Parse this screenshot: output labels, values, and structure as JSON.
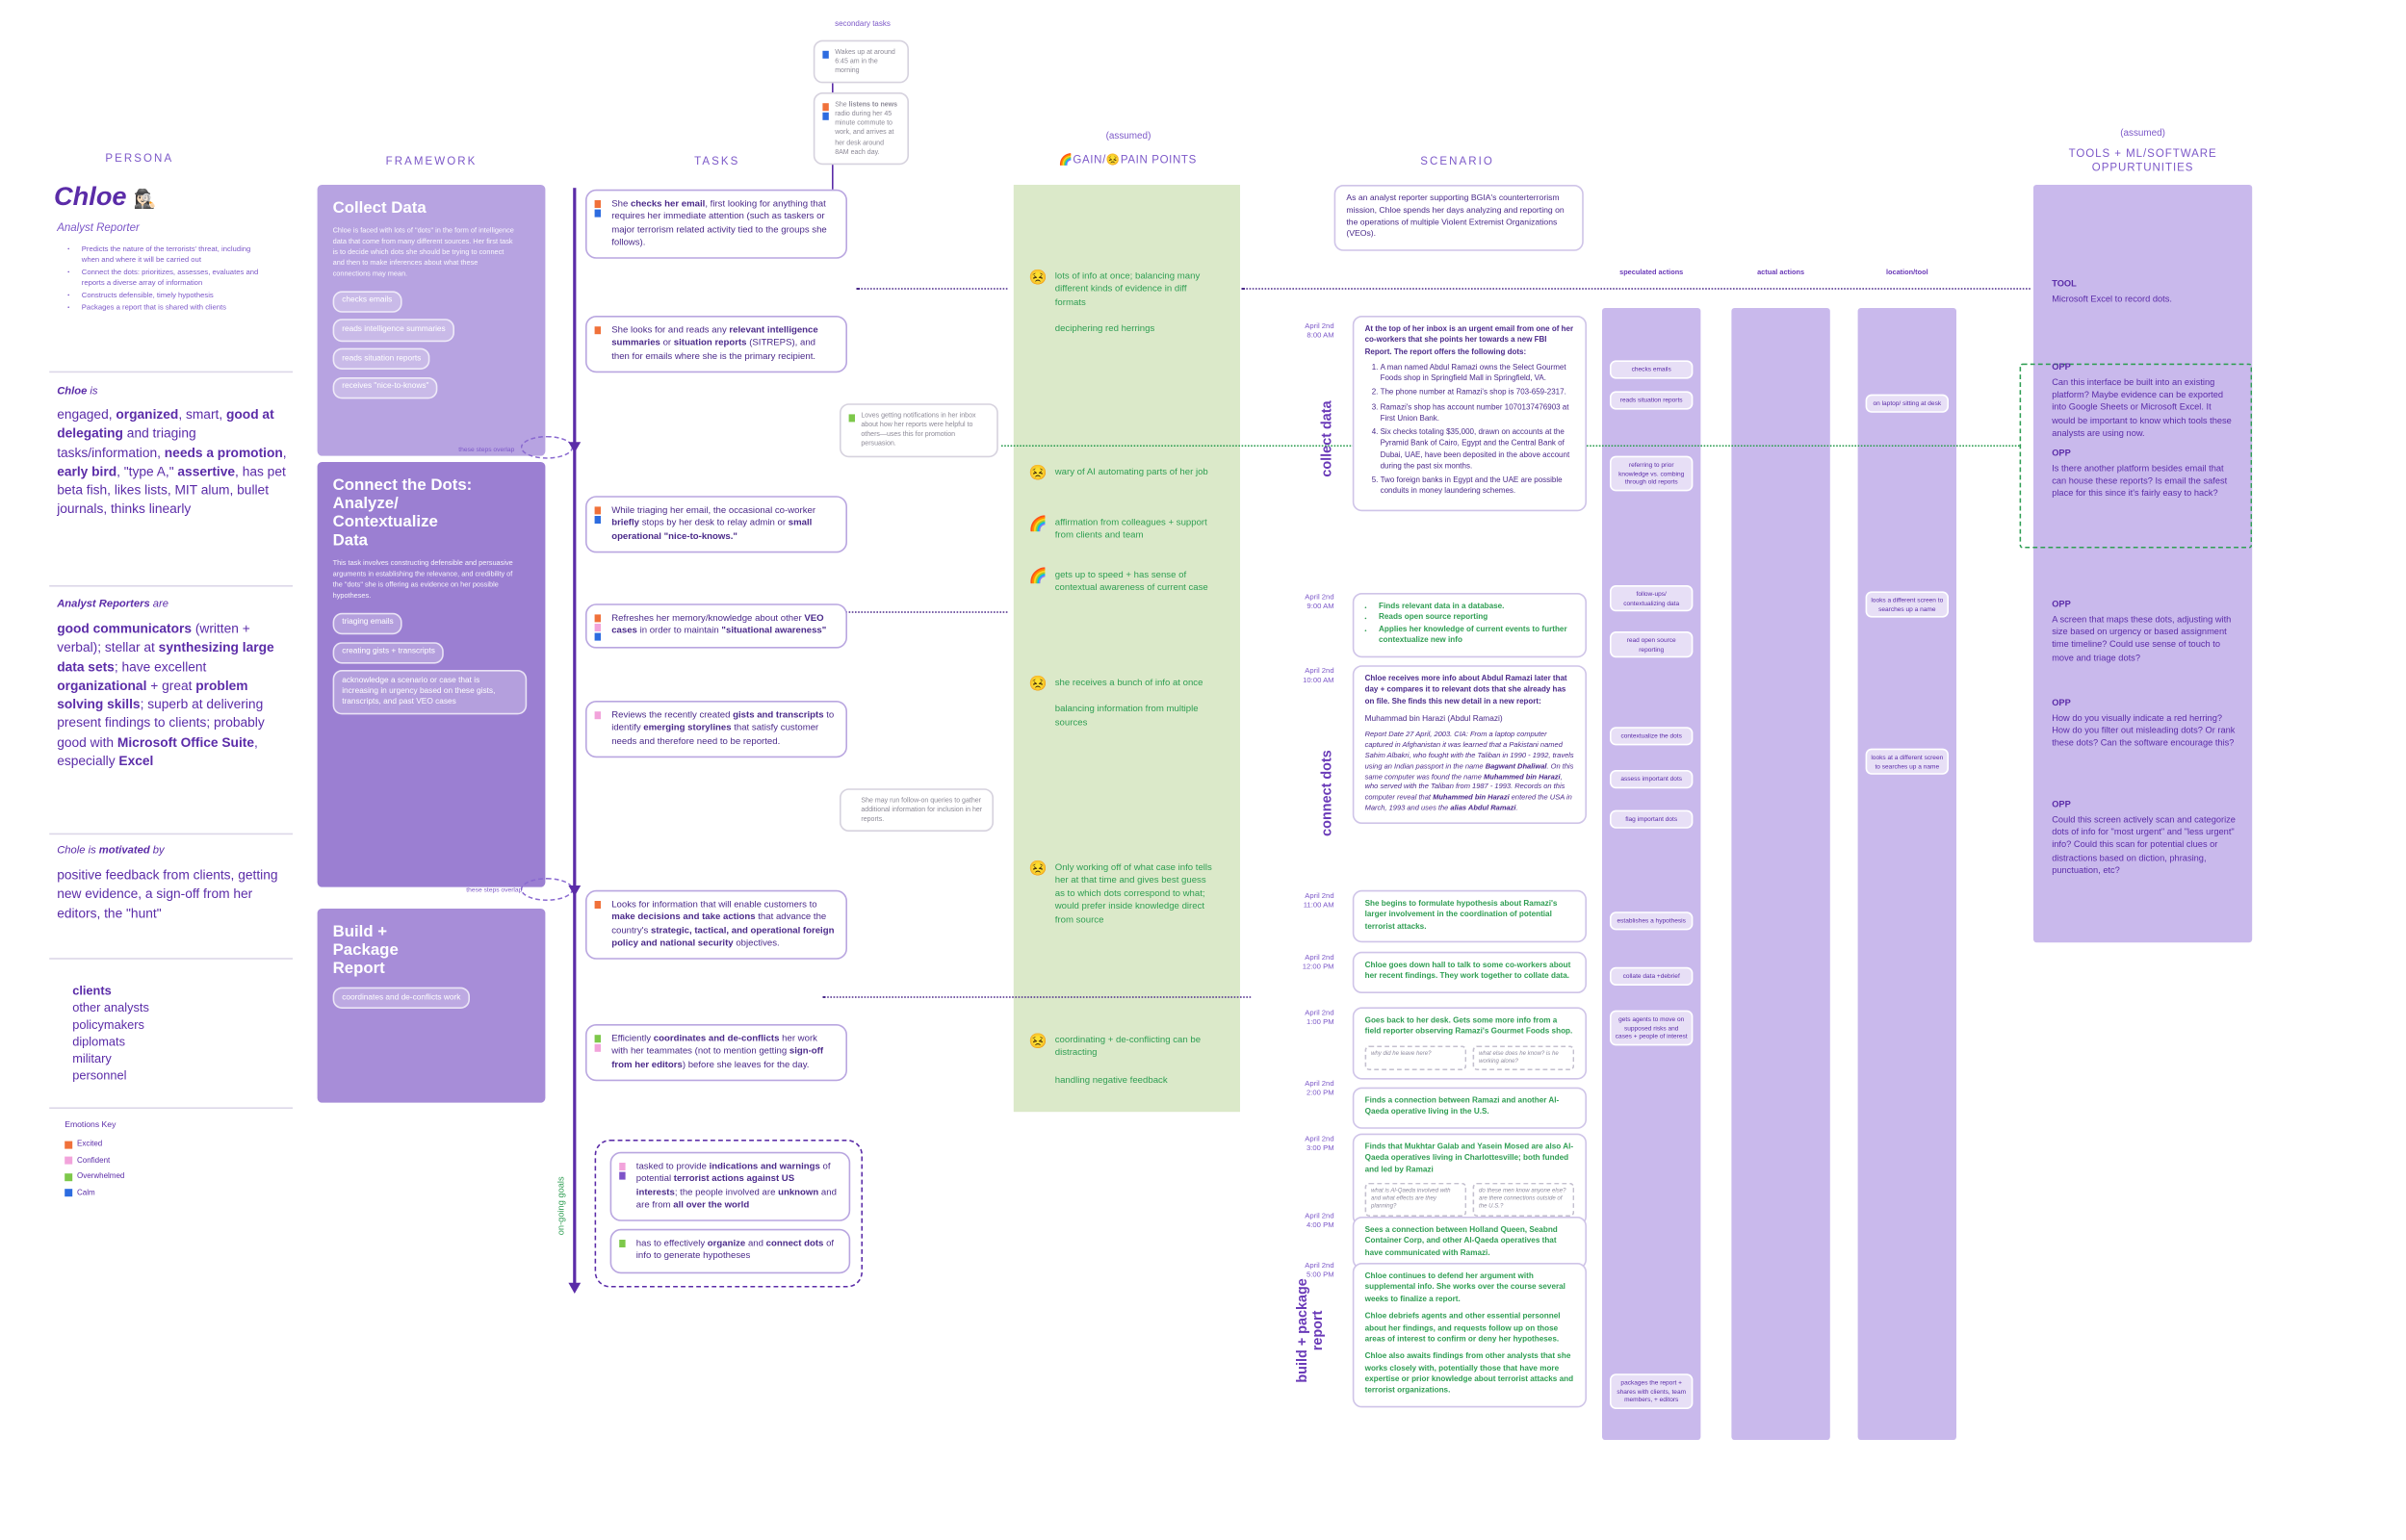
{
  "columns": {
    "persona": "PERSONA",
    "framework": "FRAMEWORK",
    "tasks": "TASKS",
    "gainpain_note": "(assumed)",
    "gainpain": "🌈GAIN/😣PAIN POINTS",
    "scenario": "SCENARIO",
    "tools_note": "(assumed)",
    "tools": "TOOLS + ML/SOFTWARE\nOPPURTUNITIES"
  },
  "notes": {
    "overlap": "these steps overlap",
    "ongoing": "on-going goals",
    "secondary": "secondary tasks"
  },
  "persona": {
    "name": "Chloe",
    "avatar": "🕵🏻‍♀️",
    "role": "Analyst Reporter",
    "duties": [
      "Predicts the nature of the terrorists' threat, including when and where it will be carried out",
      "Connect the dots: prioritizes, assesses, evaluates and reports a diverse array of information",
      "Constructs defensible, timely hypothesis",
      "Packages a report that is shared with clients"
    ],
    "is_label": "**Chloe** is",
    "is_text": "engaged, **organized**, smart, **good at delegating** and triaging tasks/information, **needs a promotion**, **early bird**, \"type A,\" **assertive**,  has pet beta fish, likes lists, MIT alum, bullet journals, thinks linearly",
    "are_label": "**Analyst Reporters** are",
    "are_text": "**good communicators** (written + verbal); stellar at **synthesizing large data sets**; have excellent **organizational** + great **problem solving skills**; superb at delivering present findings to clients; probably good with **Microsoft Office Suite**, especially **Excel**",
    "motivated_label": "Chole is **motivated** by",
    "motivated_text": "positive feedback from clients, getting new evidence, a sign-off from her editors, the \"hunt\"",
    "clients": [
      "**clients**",
      "other analysts",
      "policymakers",
      "diplomats",
      "military",
      "personnel"
    ],
    "emotions_title": "Emotions Key",
    "emotions": [
      {
        "label": "Excited",
        "color": "#f0713a"
      },
      {
        "label": "Confident",
        "color": "#f2a3db"
      },
      {
        "label": "Overwhelmed",
        "color": "#7dc84a"
      },
      {
        "label": "Calm",
        "color": "#2d6ce0"
      }
    ]
  },
  "framework": {
    "boxes": [
      {
        "title": "Collect Data",
        "desc": "Chloe is faced with lots of \"dots\" in the form of intelligence data that come from many different sources. Her first task is to decide which dots she should be trying to connect and then to make inferences about what these connections may mean.",
        "pills": [
          "checks emails",
          "reads intelligence summaries",
          "reads situation reports",
          "receives \"nice-to-knows\""
        ]
      },
      {
        "title": "Connect the Dots:\nAnalyze/\nContextualize\nData",
        "desc": "This task involves constructing defensible and persuasive arguments in establishing the relevance, and credibility of the \"dots\" she is offering as evidence on her possible hypotheses.",
        "pills": [
          "triaging emails",
          "creating gists + transcripts",
          "acknowledge a scenario or case that is increasing in urgency based on these gists, transcripts, and past VEO cases"
        ]
      },
      {
        "title": "Build +\nPackage\nReport",
        "desc": "",
        "pills": [
          "coordinates and de-conflicts work"
        ]
      }
    ]
  },
  "tasks": {
    "secondary": [
      {
        "dots": [
          "#2d6ce0"
        ],
        "text": "Wakes up at around 6:45 am in the morning"
      },
      {
        "dots": [
          "#f0713a",
          "#2d6ce0"
        ],
        "text": "She **listens to news** radio during her 45 minute commute to work, and arrives at her desk around 8AM each day."
      }
    ],
    "main": [
      {
        "dots": [
          "#f0713a",
          "#2d6ce0"
        ],
        "text": "She **checks her email**, first looking for anything that requires her immediate attention (such as taskers or major terrorism related activity tied to the groups she follows)."
      },
      {
        "dots": [
          "#f0713a"
        ],
        "text": "She looks for and reads any **relevant intelligence summaries** or **situation reports** (SITREPS), and then for emails where she is the primary recipient."
      },
      {
        "dots": [
          "#f0713a",
          "#2d6ce0"
        ],
        "text": "While triaging her email, the occasional co-worker **briefly** stops by her desk to relay admin or **small operational \"nice-to-knows.\"**"
      },
      {
        "dots": [
          "#f0713a",
          "#f2a3db",
          "#2d6ce0"
        ],
        "text": "Refreshes her memory/knowledge about other **VEO cases** in order to maintain **\"situational awareness\"**"
      },
      {
        "dots": [
          "#f2a3db"
        ],
        "text": "Reviews the recently created **gists and transcripts** to identify **emerging storylines** that satisfy customer needs and therefore need to be reported."
      },
      {
        "dots": [
          "#f0713a"
        ],
        "text": "Looks for information that will enable customers to **make decisions and take actions** that advance the country's **strategic, tactical, and operational foreign policy and national security** objectives."
      },
      {
        "dots": [
          "#7dc84a",
          "#f2a3db"
        ],
        "text": "Efficiently **coordinates and de-conflicts** her work with her teammates (not to mention getting **sign-off from her editors**) before she leaves for the day."
      }
    ],
    "callouts": [
      {
        "dots": [
          "#7dc84a"
        ],
        "text": "Loves getting notifications in her inbox about how her reports were helpful to others—uses this for promotion persuasion."
      },
      {
        "dots": [],
        "text": "She may run follow-on queries to gather additional information for inclusion in her reports."
      }
    ],
    "ongoing": [
      {
        "dots": [
          "#f2a3db",
          "#7d52c8"
        ],
        "text": "tasked to provide **indications and warnings** of potential **terrorist actions against US interests**; the people involved are **unknown** and are from **all over the world**"
      },
      {
        "dots": [
          "#7dc84a"
        ],
        "text": "has to effectively **organize** and **connect dots** of info to generate hypotheses"
      }
    ]
  },
  "gainpain": {
    "items": [
      {
        "icon": "😣",
        "lines": [
          "lots of info at once; balancing many different kinds of evidence in diff formats",
          "deciphering red herrings"
        ]
      },
      {
        "icon": "😣",
        "lines": [
          "wary of AI automating parts of her job"
        ]
      },
      {
        "icon": "🌈",
        "lines": [
          "affirmation from colleagues + support from clients and team"
        ]
      },
      {
        "icon": "🌈",
        "lines": [
          "gets up to speed + has sense of contextual awareness of current case"
        ]
      },
      {
        "icon": "😣",
        "lines": [
          "she receives a bunch of info at once",
          "balancing information from multiple sources"
        ]
      },
      {
        "icon": "😣",
        "lines": [
          "Only working off of what case info tells her at that time and gives best guess as to which dots correspond to what; would prefer inside knowledge direct from source"
        ]
      },
      {
        "icon": "😣",
        "lines": [
          "coordinating + de-conflicting can be distracting",
          "handling negative feedback"
        ]
      }
    ]
  },
  "scenario": {
    "intro": "As an analyst reporter supporting BGIA's counterterrorism mission, Chloe spends her days analyzing and reporting on the operations of multiple Violent Extremist Organizations (VEOs).",
    "lanes": [
      "speculated actions",
      "actual actions",
      "location/tool"
    ],
    "phases": [
      "collect data",
      "connect dots",
      "build + package\nreport"
    ],
    "times": [
      {
        "date": "April 2nd",
        "time": "8:00 AM"
      },
      {
        "date": "April 2nd",
        "time": "9:00 AM"
      },
      {
        "date": "April 2nd",
        "time": "10:00 AM"
      },
      {
        "date": "April 2nd",
        "time": "11:00 AM"
      },
      {
        "date": "April 2nd",
        "time": "12:00 PM"
      },
      {
        "date": "April 2nd",
        "time": "1:00 PM"
      },
      {
        "date": "April 2nd",
        "time": "2:00 PM"
      },
      {
        "date": "April 2nd",
        "time": "3:00 PM"
      },
      {
        "date": "April 2nd",
        "time": "4:00 PM"
      },
      {
        "date": "April 2nd",
        "time": "5:00 PM"
      }
    ],
    "events": {
      "e1": {
        "intro": "At the top of her inbox  is an urgent email from one of her co-workers that she points her towards a new FBI Report. The report offers the following dots:",
        "items": [
          "A man named Abdul Ramazi owns the Select Gourmet Foods shop in Springfield Mall in Springfield, VA.",
          "The phone number at Ramazi's shop is 703-659-2317.",
          "Ramazi's shop has account number 1070137476903 at First Union Bank.",
          "Six checks totaling $35,000, drawn on accounts at the Pyramid Bank of Cairo, Egypt and the Central Bank of Dubai, UAE, have been deposited in the above account during the past six months.",
          "Two foreign banks in Egypt and the UAE are possible conduits in money laundering schemes."
        ]
      },
      "e2": {
        "bullets": [
          "Finds relevant data in a database.",
          "Reads open source reporting",
          "Applies her knowledge of current events to further contextualize new info"
        ]
      },
      "e3": {
        "intro": "Chloe receives more info about Abdul Ramazi later that day + compares it to relevant dots  that she already has on file. She finds this new detail in a new report:",
        "name": "Muhammad bin Harazi (Abdul Ramazi)",
        "report": "Report Date 27 April, 2003. CIA: From a laptop computer captured in Afghanistan it was learned that a Pakistani named Sahim Albakri, who fought with the Taliban in 1990 - 1992, travels using an Indian passport in the name **Bagwant Dhaliwal**. On this same computer was found the name **Muhammed bin Harazi**, who served with the Taliban from 1987 - 1993. Records on this computer reveal that **Muhammed bin Harazi** entered the USA in March, 1993 and uses the **alias Abdul Ramazi**."
      },
      "e4": {
        "text": "She begins to formulate hypothesis about Ramazi's larger involvement in the coordination of potential terrorist attacks."
      },
      "e5": {
        "text": "Chloe goes down hall to talk to some co-workers about her recent findings. They work together to collate data."
      },
      "e6": {
        "text": "Goes back to her desk. Gets some more info from a field reporter observing Ramazi's Gourmet Foods shop.",
        "callouts": [
          "why did he leave here?",
          "what else does he know? is he working alone?"
        ]
      },
      "e7": {
        "text": "Finds a connection between Ramazi and another Al-Qaeda operative living in the U.S."
      },
      "e8": {
        "text": "Finds that Mukhtar Galab and Yasein Mosed are also Al-Qaeda operatives living in Charlottesville; both funded and led by Ramazi",
        "callouts": [
          "what is Al-Qaeda involved with and what effects are they planning?",
          "do these men know anyone else? are there connections outside of the U.S.?"
        ]
      },
      "e9": {
        "text": "Sees a connection between Holland Queen, Seabnd Container Corp, and other Al-Qaeda operatives that have communicated with Ramazi."
      },
      "e10": {
        "paras": [
          "Chloe continues to defend her argument with supplemental info. She works over the course several weeks to finalize a report.",
          "Chloe debriefs agents and other essential personnel about her findings, and requests follow up on those areas of interest to confirm or deny her hypotheses.",
          "Chloe also awaits findings from other analysts that she works closely with, potentially those that have more expertise or prior knowledge about terrorist attacks and terrorist organizations."
        ]
      }
    },
    "speculated": [
      "checks emails",
      "reads situation reports",
      "referring to prior knowledge vs. combing through old reports",
      "follow-ups/ contextualizing data",
      "read open source reporting",
      "contextualize the dots",
      "assess important dots",
      "flag important dots",
      "establishes a hypothesis",
      "collate data +debrief",
      "gets agents to move on supposed risks and cases + people of interest",
      "packages the report + shares with clients, team members, + editors"
    ],
    "location": [
      "on laptop/ sitting at desk",
      "looks a different screen to searches up a name",
      "looks at a different screen to searches up a name"
    ]
  },
  "tools": {
    "tool_label": "TOOL",
    "tool_text": "Microsoft Excel to record dots.",
    "opp_label": "OPP",
    "opps": [
      "Can this interface be built into an existing platform? Maybe evidence can be exported into Google Sheets or Microsoft Excel. It would be important to know which tools these analysts are using now.",
      "Is there another platform besides email that can house these reports? Is email the safest place for this since it's fairly easy to hack?",
      "A screen that maps these dots, adjusting with size based on urgency or based assignment time timeline? Could use sense of touch to move and triage dots?",
      "How do you visually indicate a red herring? How do you filter out misleading dots? Or rank these dots? Can the software encourage this?",
      "Could this screen actively scan and categorize dots of info for \"most urgent\" and \"less urgent\" info? Could this scan for potential clues or distractions based on diction, phrasing, punctuation, etc?"
    ]
  }
}
